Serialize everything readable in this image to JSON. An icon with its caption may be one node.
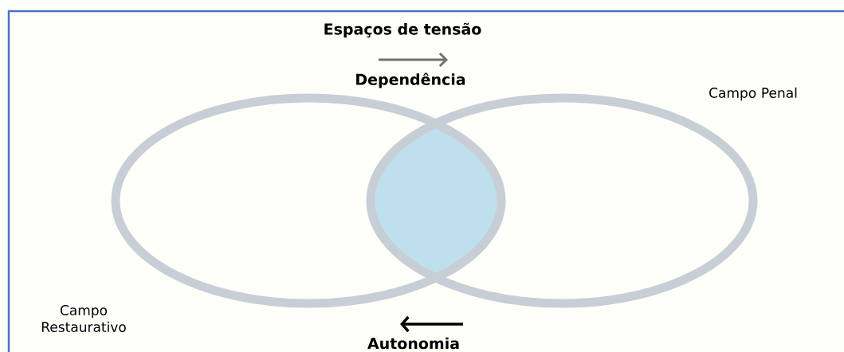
{
  "diagram": {
    "title": "Espaços de tensão",
    "nodes": [
      {
        "text": [
          "Campo Restaurativo"
        ]
      },
      {
        "text": [
          "Campo Penal"
        ]
      }
    ],
    "labels": [
      "Dependência",
      "Autonomia"
    ]
  }
}
